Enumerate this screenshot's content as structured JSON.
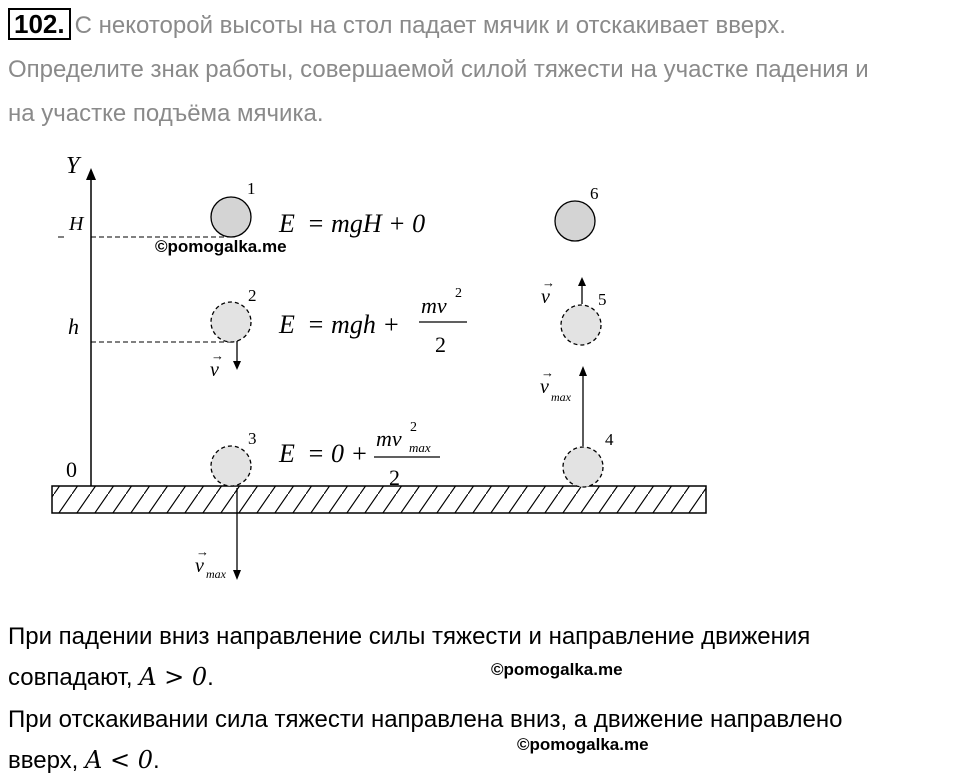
{
  "problem": {
    "number": "102",
    "number_dot": ".",
    "line1": "С некоторой высоты на стол падает мячик и отскакивает вверх.",
    "line2": "Определите знак работы, совершаемой силой тяжести на участке падения и",
    "line3": "на участке подъёма мячика."
  },
  "figure": {
    "axis_label_y": "Y",
    "label_H": "H",
    "label_h": "h",
    "label_zero": "0",
    "ball_labels": [
      "1",
      "2",
      "3",
      "4",
      "5",
      "6"
    ],
    "eq1": {
      "E": "E",
      "rhs": "= mgH + 0"
    },
    "eq2": {
      "E": "E",
      "rhs": "= mgh +",
      "num": "mv",
      "sup": "2",
      "den": "2"
    },
    "eq3": {
      "E": "E",
      "rhs": "= 0 +",
      "num": "mv",
      "sup": "2",
      "sub": "max",
      "den": "2"
    },
    "v": "v",
    "v_max_sub": "max",
    "arrow_glyph": "→"
  },
  "answer": {
    "p1_line1": "При падении вниз направление силы тяжести и направление движения",
    "p1_line2_text": "совпадают, ",
    "p1_math": "A > 0",
    "p1_end": ".",
    "p2_line1": "При отскакивании сила тяжести направлена вниз, а движение направлено",
    "p2_line2_text": "вверх, ",
    "p2_math": "A < 0",
    "p2_end": "."
  },
  "watermark": "©pomogalka.me"
}
